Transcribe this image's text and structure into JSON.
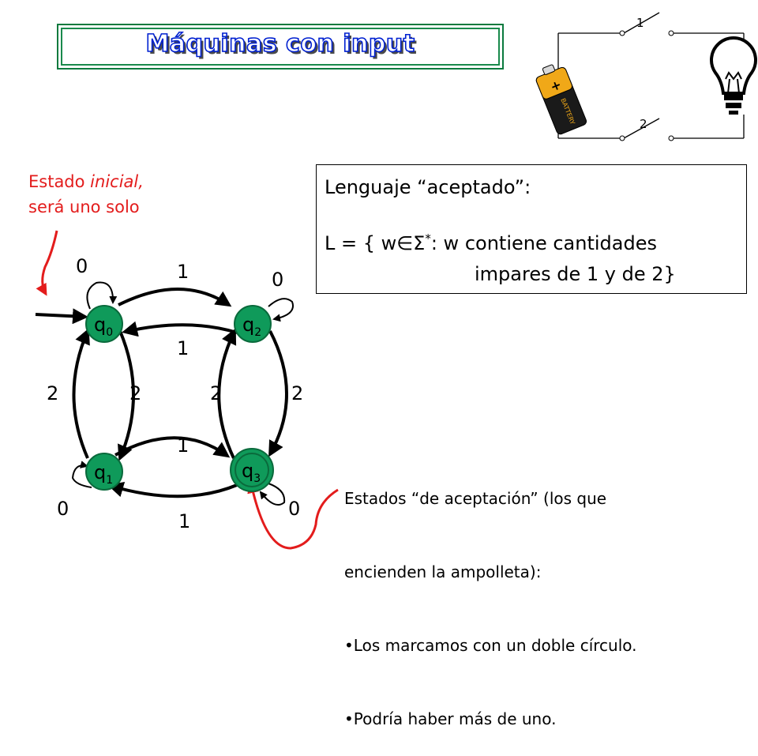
{
  "title": "Máquinas con input",
  "circuit": {
    "switch_1_label": "1",
    "switch_2_label": "2",
    "battery_label": "BATTERY",
    "battery_plus": "+"
  },
  "initial_note": {
    "line1_prefix": "Estado ",
    "line1_italic": "inicial,",
    "line2": "será uno solo"
  },
  "language_box": {
    "line1": "Lenguaje “aceptado”:",
    "line2_prefix": "L = { w",
    "line2_symbols": "∈Σ",
    "line2_star": "*",
    "line2_rest": ": w contiene cantidades",
    "line3": "impares de 1 y de 2}"
  },
  "states": [
    {
      "name": "q",
      "sub": "0"
    },
    {
      "name": "q",
      "sub": "2"
    },
    {
      "name": "q",
      "sub": "1"
    },
    {
      "name": "q",
      "sub": "3"
    }
  ],
  "transitions": {
    "q0_self": "0",
    "q2_self": "0",
    "q1_self": "0",
    "q3_self": "0",
    "q0_to_q2": "1",
    "q2_to_q0": "1",
    "q1_to_q3": "1",
    "q3_to_q1": "1",
    "q1_to_q0": "2",
    "q0_to_q1": "2",
    "q2_to_q3": "2",
    "q3_to_q2": "2"
  },
  "acceptance_note": {
    "line1": "Estados “de aceptación” (los que",
    "line2": "encienden la ampolleta):",
    "bullet1": "•Los marcamos con un doble círculo.",
    "bullet2": "•Podría haber más de uno."
  },
  "colors": {
    "state_fill": "#0f9a5a",
    "accent_red": "#e31c1c",
    "title_blue": "#0020d0",
    "title_border": "#0a7a3e"
  }
}
